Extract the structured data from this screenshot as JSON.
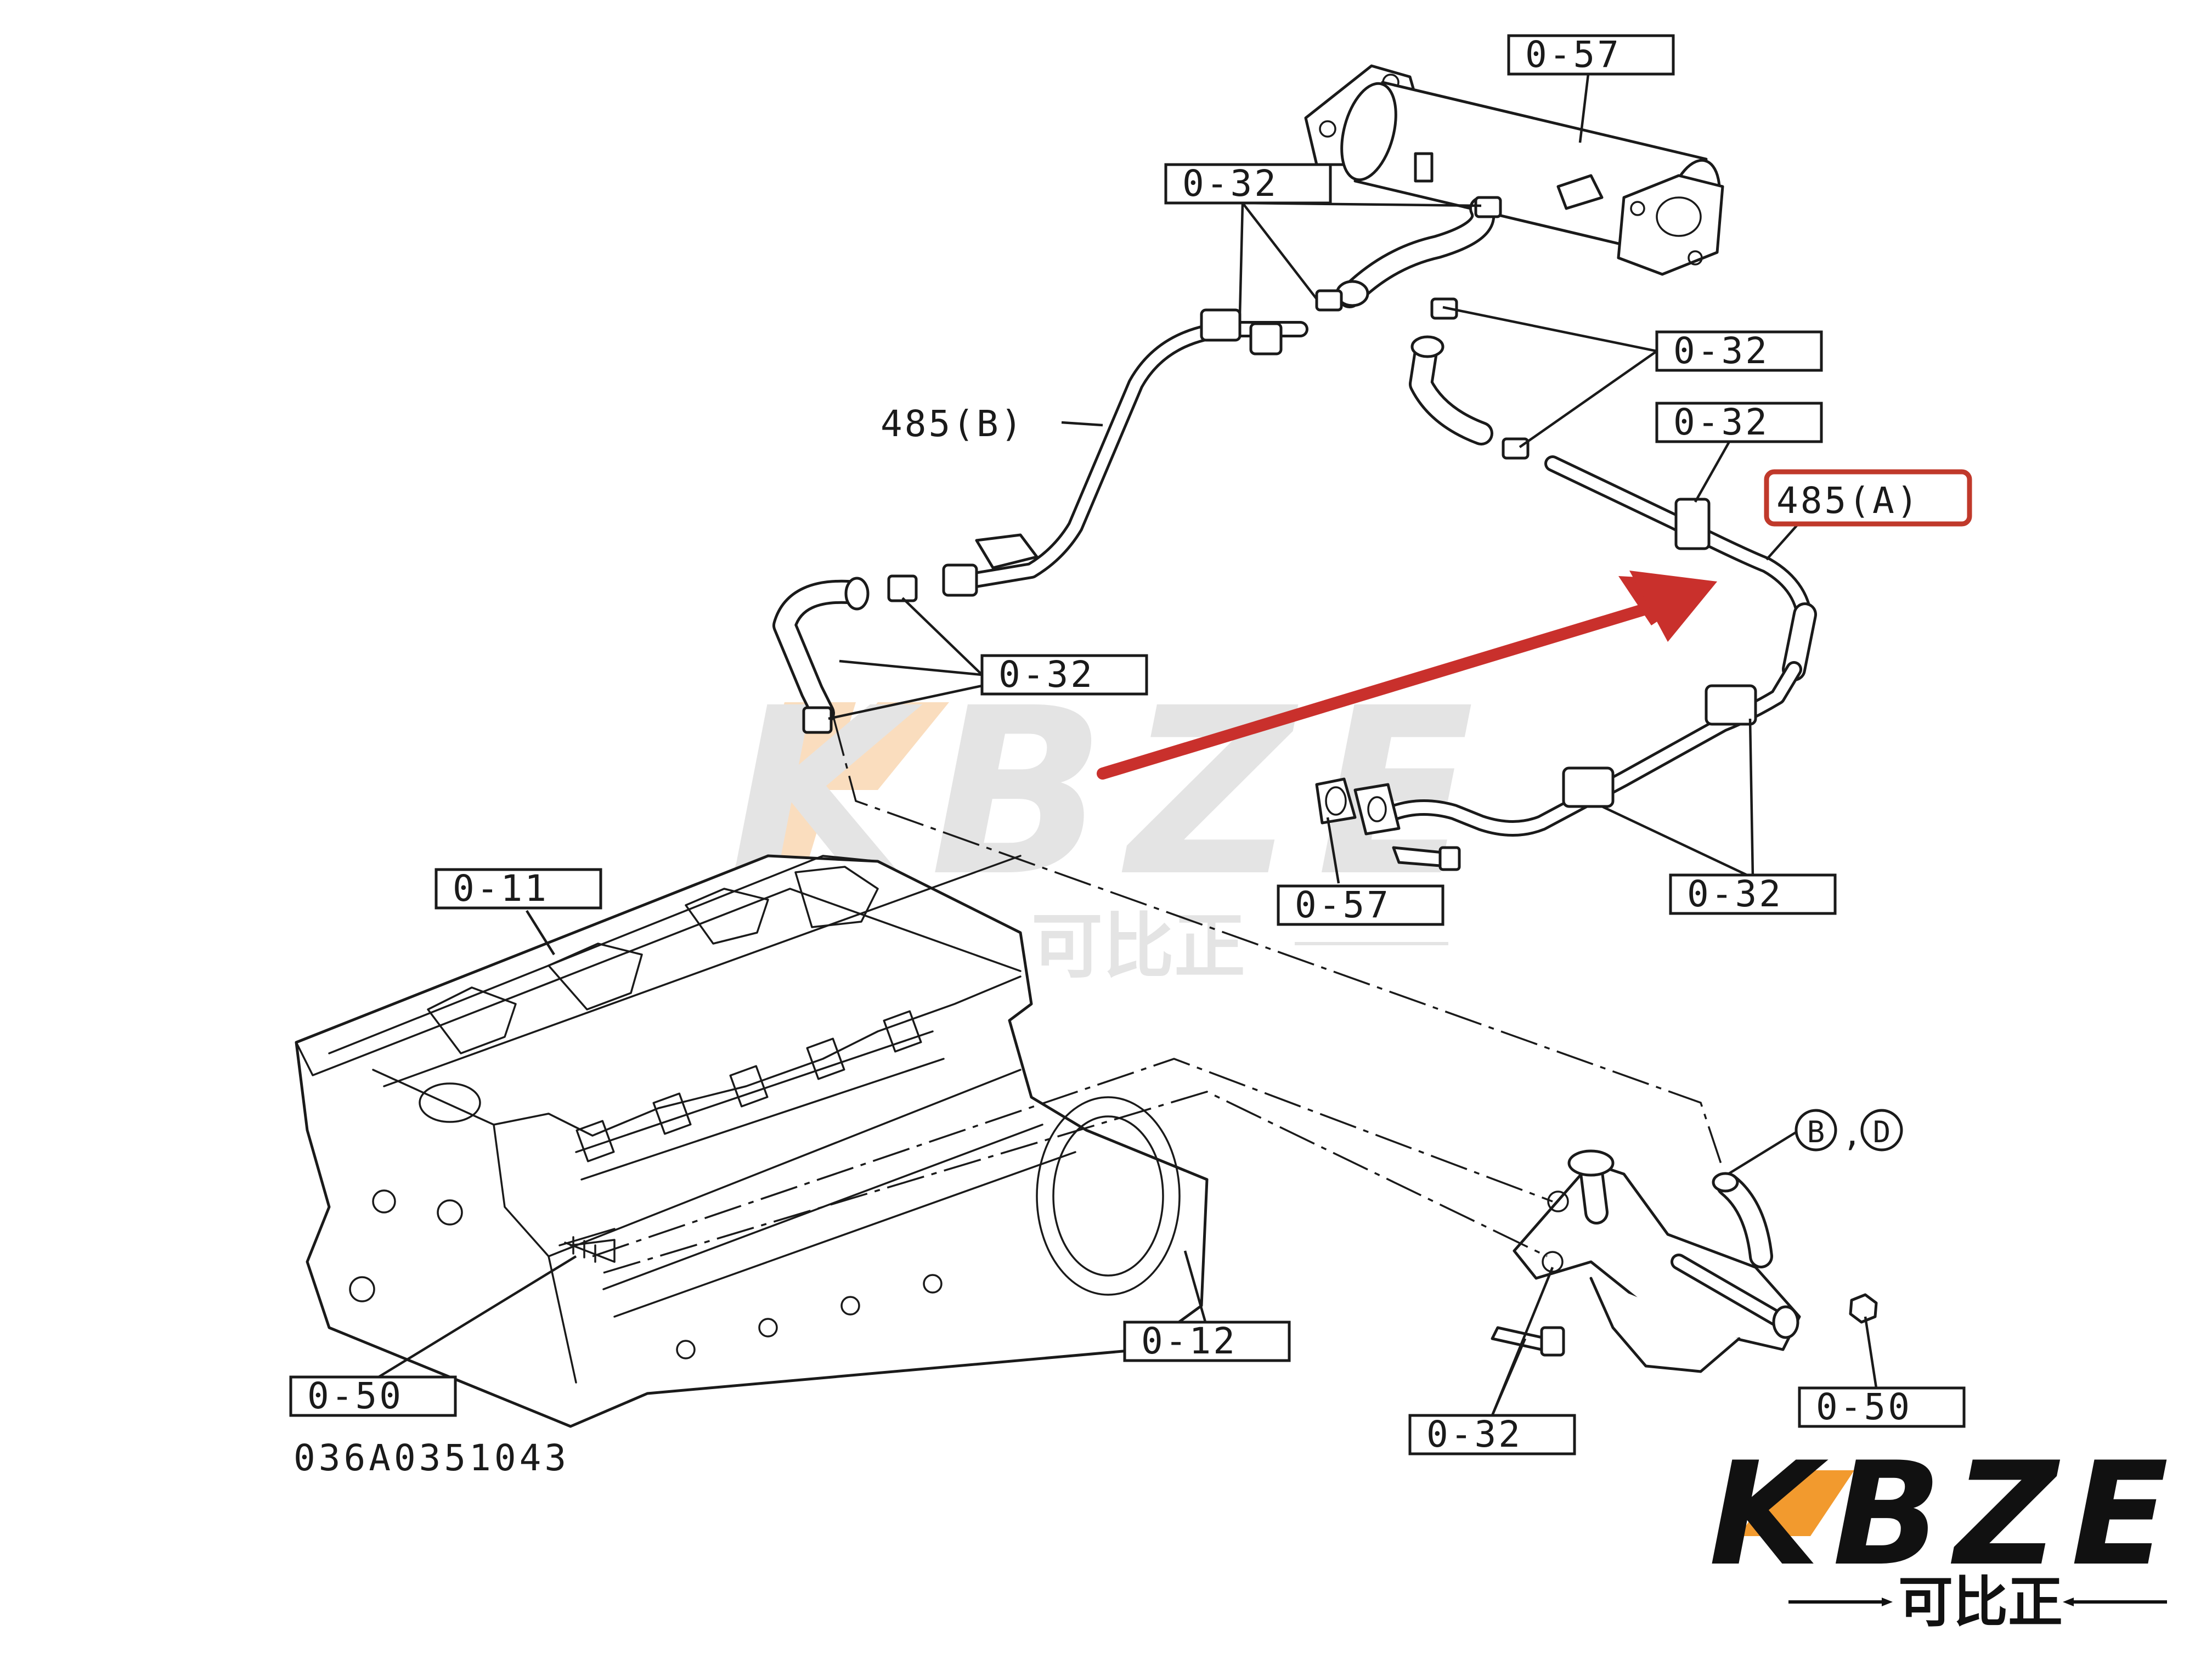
{
  "callouts": {
    "o57_top": "0-57",
    "o32_top_left": "0-32",
    "o32_right_upper": "0-32",
    "o32_right_mid": "0-32",
    "pipe_485a": "485(A)",
    "pipe_485b": "485(B)",
    "o32_center": "0-32",
    "o57_bottom": "0-57",
    "o32_bottom_right": "0-32",
    "o11": "0-11",
    "o12": "0-12",
    "o50_left": "0-50",
    "o50_right": "0-50",
    "o32_bottom": "0-32",
    "bd_mark_b": "B",
    "bd_mark_d": "D",
    "bd_sep": ","
  },
  "drawing_number": "036A0351043",
  "watermark": {
    "brand": "KBZE",
    "chinese": "可比正"
  },
  "logo": {
    "brand": "KBZE",
    "chinese": "可比正"
  },
  "highlight": {
    "target": "485(A)",
    "box_color": "#c0392b",
    "arrow_color": "#c9302c"
  },
  "colors": {
    "line": "#1a1a1a",
    "accent_orange": "#f29a2e",
    "watermark_gray": "#d9d9d9"
  }
}
